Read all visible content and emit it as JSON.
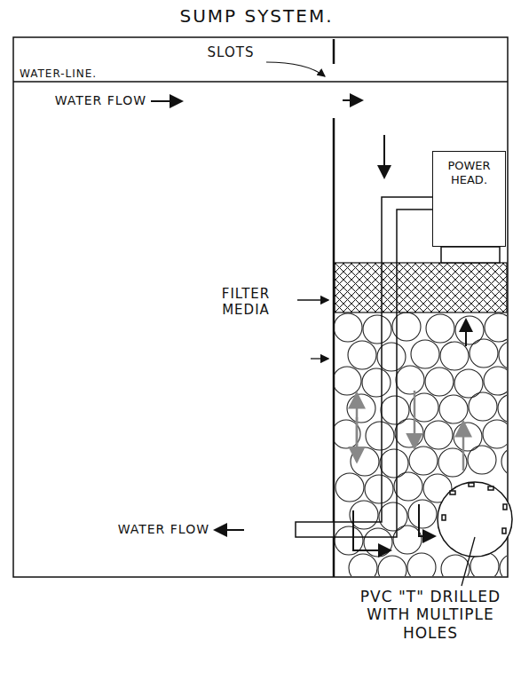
{
  "diagram": {
    "title": "SUMP SYSTEM.",
    "nodes": [
      {
        "text": [
          "POWER HEAD."
        ]
      }
    ],
    "labels": [
      "SLOTS",
      "WATER-LINE.",
      "WATER FLOW",
      "FILTER MEDIA",
      "WATER FLOW",
      "PVC \"T\" DRILLED WITH MULTIPLE HOLES"
    ]
  }
}
